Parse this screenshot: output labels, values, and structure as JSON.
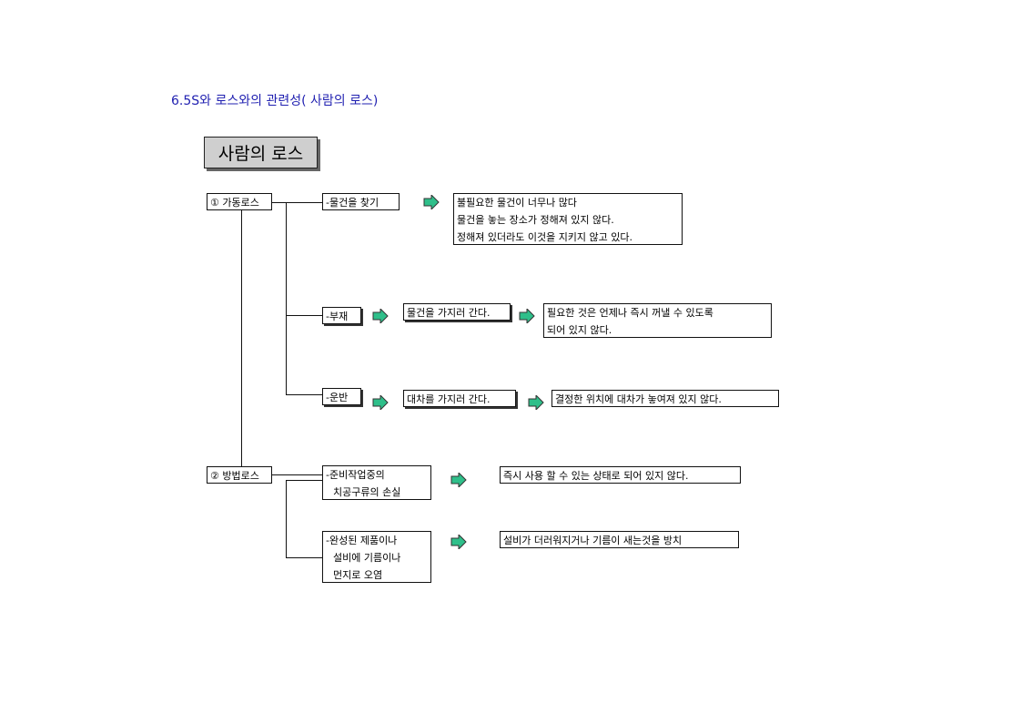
{
  "heading": "6.5S와 로스와의 관련성( 사람의  로스)",
  "title": "사람의 로스",
  "groups": [
    {
      "label": "① 가동로스"
    },
    {
      "label": "② 방법로스"
    }
  ],
  "items": {
    "search": {
      "label": "-물건을 찾기",
      "results": [
        "불필요한 물건이 너무나 많다",
        "물건을 놓는 장소가 정해져 있지 않다.",
        "정해져 있더라도 이것을 지키지 않고 있다."
      ]
    },
    "absence": {
      "label": "-부재",
      "middle": "물건을 가지러 간다.",
      "results": [
        "필요한 것은 언제나 즉시 꺼낼 수 있도록",
        "되어 있지 않다."
      ]
    },
    "transport": {
      "label": "-운반",
      "middle": "대차를 가지러 간다.",
      "result": "결정한 위치에 대차가 놓여져 있지 않다."
    },
    "prep": {
      "lines": [
        "-준비작업중의",
        "치공구류의 손실"
      ],
      "result": "즉시 사용 할 수 있는 상태로 되어 있지 않다."
    },
    "finished": {
      "lines": [
        "-완성된 제품이나",
        "설비에 기름이나",
        "먼지로 오염"
      ],
      "result": "설비가 더러워지거나 기름이 새는것을 방치"
    }
  },
  "colors": {
    "heading": "#1f1fb0",
    "arrow": "#2fbf8a"
  },
  "icons": {
    "arrow": "right-arrow-icon"
  }
}
